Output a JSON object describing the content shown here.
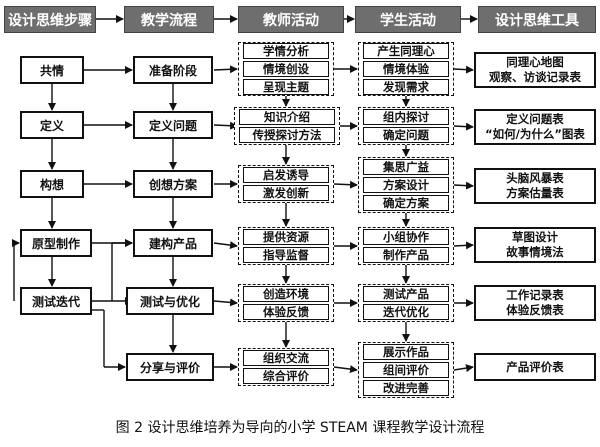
{
  "headers": [
    "设计思维步骤",
    "教学流程",
    "教师活动",
    "学生活动",
    "设计思维工具"
  ],
  "design_steps": [
    "共情",
    "定义",
    "构想",
    "原型制作",
    "测试迭代"
  ],
  "teaching_flow": [
    "准备阶段",
    "定义问题",
    "创想方案",
    "建构产品",
    "测试与优化",
    "分享与评价"
  ],
  "teacher_activities": [
    [
      "学情分析",
      "情境创设",
      "呈现主题"
    ],
    [
      "知识介绍",
      "传授探讨方法"
    ],
    [
      "启发诱导",
      "激发创新"
    ],
    [
      "提供资源",
      "指导监督"
    ],
    [
      "创造环境",
      "体验反馈"
    ],
    [
      "组织交流",
      "综合评价"
    ]
  ],
  "student_activities": [
    [
      "产生同理心",
      "情境体验",
      "发现需求"
    ],
    [
      "组内探讨",
      "确定问题"
    ],
    [
      "集思广益",
      "方案设计",
      "确定方案"
    ],
    [
      "小组协作",
      "制作产品"
    ],
    [
      "测试产品",
      "迭代优化"
    ],
    [
      "展示作品",
      "组间评价",
      "改进完善"
    ]
  ],
  "tools": [
    [
      "同理心地图",
      "观察、访谈记录表"
    ],
    [
      "定义问题表",
      "“如何/为什么”图表"
    ],
    [
      "头脑风暴表",
      "方案估量表"
    ],
    [
      "草图设计",
      "故事情境法"
    ],
    [
      "工作记录表",
      "体验反馈表"
    ],
    [
      "产品评价表"
    ]
  ],
  "caption": "图 2 设计思维培养为导向的小学 STEAM 课程教学设计流程"
}
